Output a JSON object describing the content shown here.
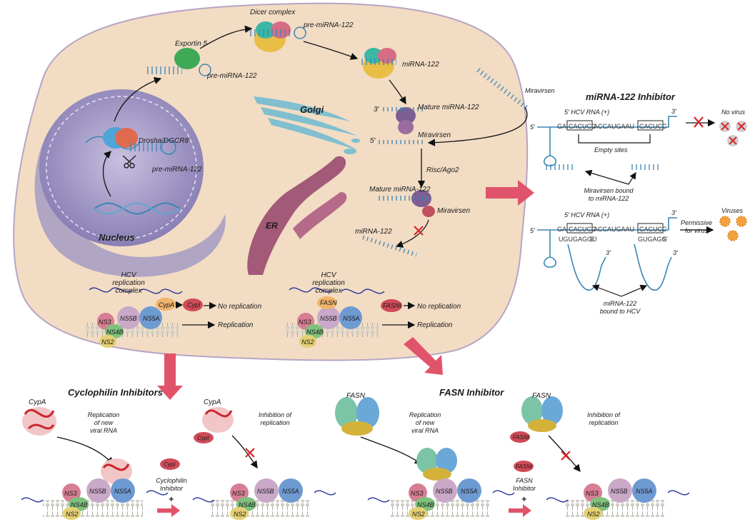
{
  "cell": {
    "exportin": "Exportin 5",
    "dicer": "Dicer complex",
    "pre_mirna_top": "pre-miRNA-122",
    "pre_mirna_left": "pre-miRNA-122",
    "pre_mirna_nuc": "pre-miRNA-122",
    "mirna_122": "miRNA-122",
    "drosha": "Drosha/DGCR8",
    "nucleus": "Nucleus",
    "golgi": "Golgi",
    "er": "ER",
    "mature_top": "Mature miRNA-122",
    "three_prime": "3′",
    "five_prime": "5′",
    "miravirsen_strand": "Miravirsen",
    "miravirsen_free": "Miravirsen",
    "risc": "Risc/Ago2",
    "mature_bottom": "Mature miRNA-122",
    "miravirsen_bound": "Miravirsen",
    "mirna_released": "miRNA-122",
    "hcv_complex_l": "HCV replication complex",
    "hcv_complex_r": "HCV replication complex",
    "cypa": "CypA",
    "cypi": "CypI",
    "fasn": "FASN",
    "fasni": "FASNI",
    "no_replication": "No replication",
    "replication": "Replication",
    "ns3": "NS3",
    "ns5b": "NS5B",
    "ns5a": "NS5A",
    "ns4b": "NS4B",
    "ns2": "NS2"
  },
  "mirna_inhibitor": {
    "title": "miRNA-122 Inhibitor",
    "hcv_rna": "5′ HCV RNA (+)",
    "five": "5′",
    "three": "3′",
    "seq_ga": "GA",
    "site1": "CACUCC",
    "seq_mid": "ACCAUGAAU",
    "site2": "CACUCC",
    "empty_sites": "Empty sites",
    "no_virus": "No virus",
    "miravirsen_bound": "Miravirsen bound to miRNA-122",
    "viruses": "Viruses",
    "permissive": "Permissive for virus",
    "bound_left": "UGUGAGGU",
    "bound_right": "GUGAGG",
    "mirna_bound": "miRNA-122 bound to HCV"
  },
  "bottom": {
    "cyclo_title": "Cyclophilin Inhibitors",
    "fasn_title": "FASN Inhibitor",
    "cypa": "CypA",
    "cypi": "CypI",
    "fasn": "FASN",
    "fasni": "FASNI",
    "replication_new": "Replication of new viral RNA",
    "inhibition": "Inhibition of replication",
    "cyclophilin_inhibitor": "Cyclophilin Inhibitor",
    "fasn_inhibitor": "FASN Inhibitor",
    "plus": "+"
  },
  "colors": {
    "cell_fill": "#f2dcc4",
    "cell_stroke": "#a897b9",
    "nucleus": "#8f83b8",
    "rna_blue": "#3a86b5",
    "arrow_pink": "#e0546b",
    "inhibit_red": "#d8262c",
    "golgi": "#7fbfcf",
    "er": "#a25a78"
  }
}
